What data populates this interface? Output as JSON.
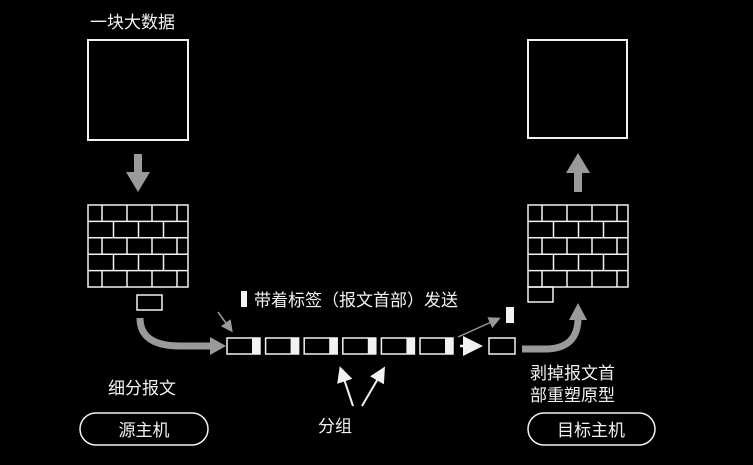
{
  "title": "一块大数据",
  "send_label": "带着标签（报文首部）发送",
  "source": {
    "caption": "细分报文",
    "host": "源主机"
  },
  "packets_label": "分组",
  "target": {
    "caption_line1": "剥掉报文首",
    "caption_line2": "部重塑原型",
    "host": "目标主机"
  },
  "packet_count": 6,
  "colors": {
    "background": "#000000",
    "line": "#f2f2f2",
    "arrow_gray": "#9a9a9a"
  }
}
